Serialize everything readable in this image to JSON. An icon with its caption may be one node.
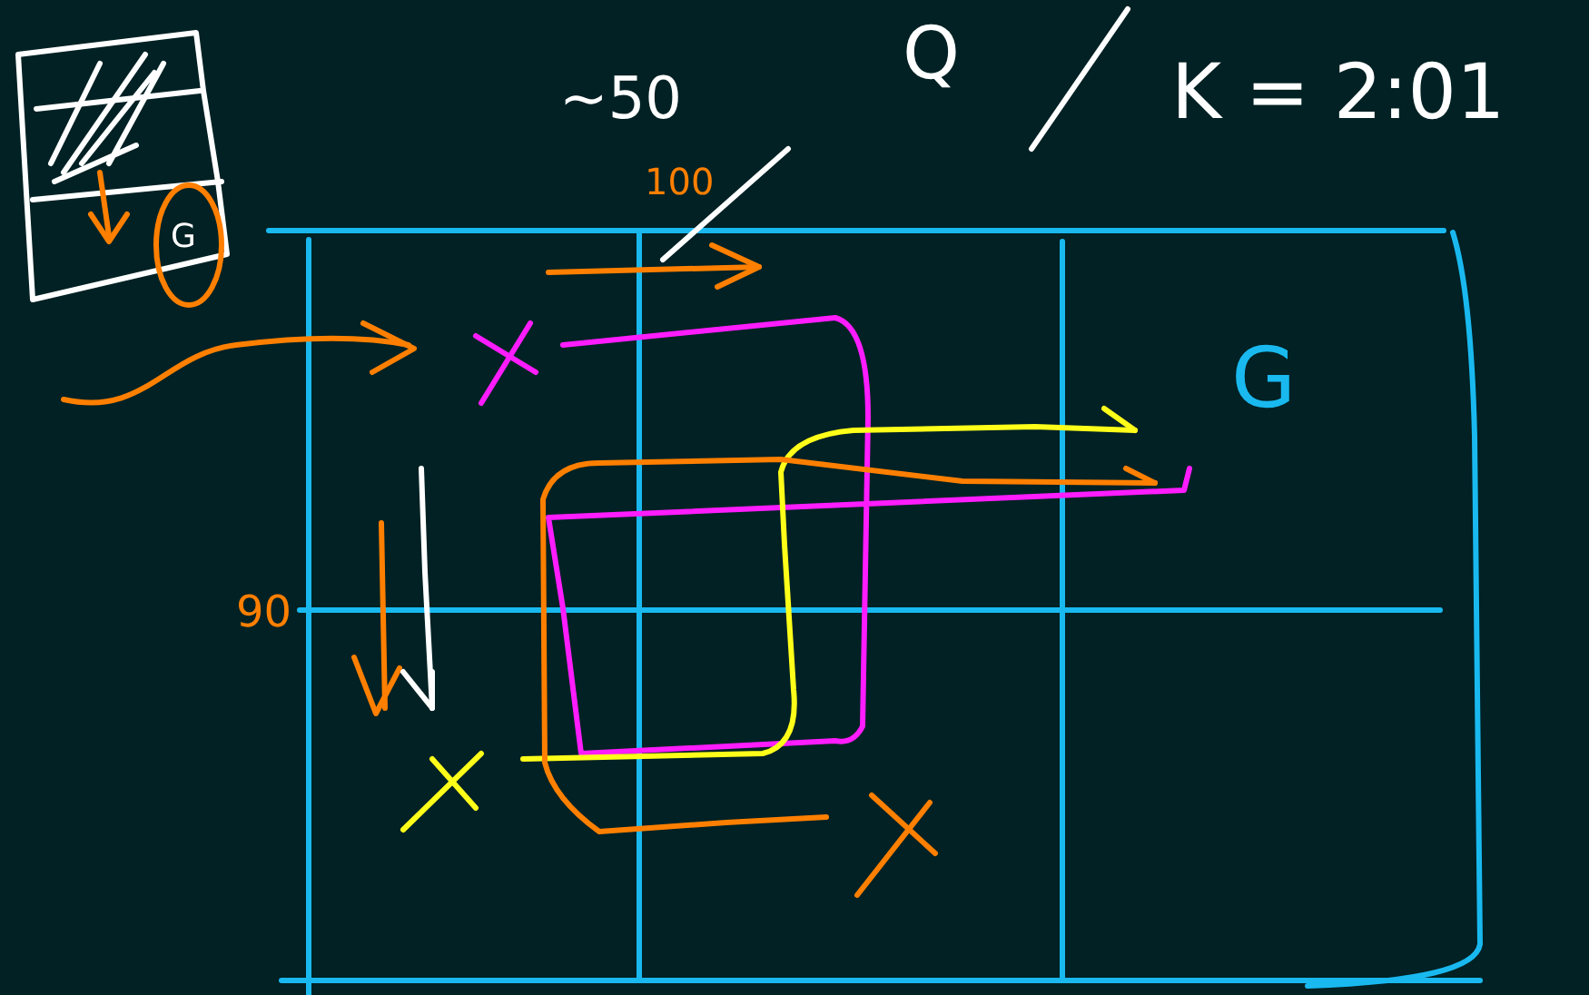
{
  "diagram": {
    "labels": [
      "G",
      "~50",
      "Q",
      "K = 2:01",
      "100",
      "G",
      "90"
    ]
  }
}
